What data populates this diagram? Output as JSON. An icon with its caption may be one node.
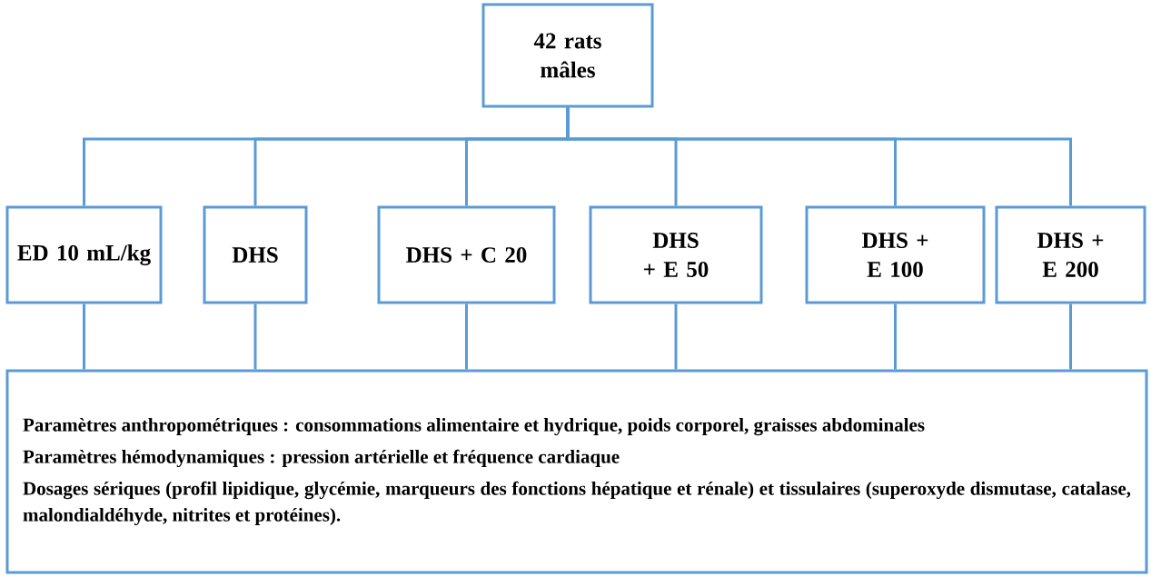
{
  "diagram": {
    "nodes": [
      {
        "text": [
          "42 rats mâles"
        ]
      },
      {
        "text": [
          "ED 10 mL/kg"
        ]
      },
      {
        "text": [
          "DHS"
        ]
      },
      {
        "text": [
          "DHS + C 20"
        ]
      },
      {
        "text": [
          "DHS + E 50"
        ]
      },
      {
        "text": [
          "DHS + E 100"
        ]
      },
      {
        "text": [
          "DHS + E 200"
        ]
      },
      {
        "text": [
          "Paramètres anthropométriques : consommations alimentaire et hydrique, poids corporel, graisses abdominales",
          "Paramètres hémodynamiques : pression artérielle et fréquence cardiaque",
          "Dosages sériques (profil lipidique, glycémie, marqueurs des fonctions hépatique et rénale) et tissulaires (superoxyde dismutase, catalase, malondialdéhyde, nitrites et protéines)."
        ]
      }
    ],
    "edges": [
      {
        "from": 0,
        "to": 1,
        "arrow": "none"
      },
      {
        "from": 0,
        "to": 2,
        "arrow": "none"
      },
      {
        "from": 0,
        "to": 3,
        "arrow": "none"
      },
      {
        "from": 0,
        "to": 4,
        "arrow": "none"
      },
      {
        "from": 0,
        "to": 5,
        "arrow": "none"
      },
      {
        "from": 0,
        "to": 6,
        "arrow": "none"
      },
      {
        "from": 1,
        "to": 7,
        "arrow": "none"
      },
      {
        "from": 2,
        "to": 7,
        "arrow": "none"
      },
      {
        "from": 3,
        "to": 7,
        "arrow": "none"
      },
      {
        "from": 4,
        "to": 7,
        "arrow": "none"
      },
      {
        "from": 5,
        "to": 7,
        "arrow": "none"
      },
      {
        "from": 6,
        "to": 7,
        "arrow": "none"
      }
    ]
  }
}
